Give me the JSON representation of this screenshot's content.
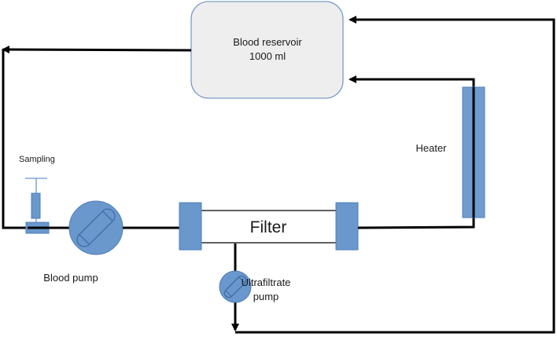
{
  "diagram": {
    "type": "flow-circuit",
    "components": {
      "reservoir": {
        "label_line1": "Blood reservoir",
        "label_line2": "1000 ml"
      },
      "sampling": {
        "label": "Sampling"
      },
      "blood_pump": {
        "label": "Blood pump"
      },
      "filter": {
        "label": "Filter"
      },
      "ultrafiltrate_pump": {
        "label_line1": "Ultrafiltrate",
        "label_line2": "pump"
      },
      "heater": {
        "label": "Heater"
      }
    },
    "flows": [
      {
        "from": "Blood reservoir",
        "to": "Sampling / Blood pump",
        "direction": "reservoir outlet left, down to pump line"
      },
      {
        "from": "Blood pump",
        "to": "Filter"
      },
      {
        "from": "Filter",
        "to": "Heater"
      },
      {
        "from": "Heater",
        "to": "Blood reservoir"
      },
      {
        "from": "Filter",
        "to": "Ultrafiltrate pump"
      },
      {
        "from": "Ultrafiltrate pump",
        "to": "Blood reservoir",
        "direction": "return loop along right edge"
      }
    ],
    "colors": {
      "component_fill": "#6a97cc",
      "component_stroke": "#4f7fb8",
      "reservoir_fill": "#eeeeee",
      "reservoir_stroke": "#7a9cc8",
      "line": "#000000"
    }
  }
}
